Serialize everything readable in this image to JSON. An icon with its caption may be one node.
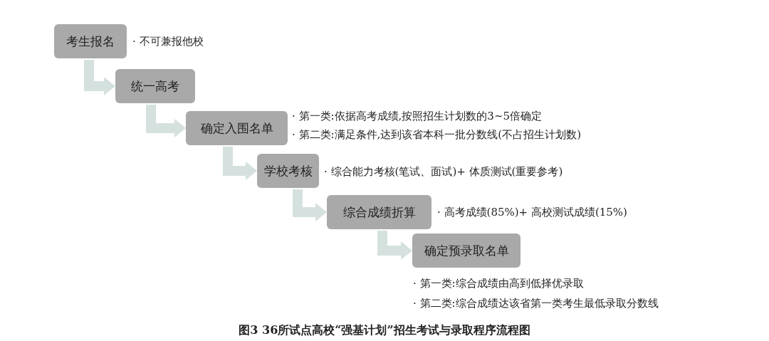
{
  "diagram": {
    "caption": "图3 36所试点高校“强基计划”招生考试与录取程序流程图",
    "nodes": [
      {
        "text": [
          "考生报名"
        ],
        "beside": [
          "· 不可兼报他校"
        ]
      },
      {
        "text": [
          "统一高考"
        ]
      },
      {
        "text": [
          "确定入围名单"
        ],
        "beside": [
          "· 第一类:依据高考成绩,按照招生计划数的3~5倍确定",
          "· 第二类:满足条件,达到该省本科一批分数线(不占招生计划数)"
        ]
      },
      {
        "text": [
          "学校考核"
        ],
        "beside": [
          "· 综合能力考核(笔试、面试)+ 体质测试(重要参考)"
        ]
      },
      {
        "text": [
          "综合成绩折算"
        ],
        "beside": [
          "· 高考成绩(85%)+ 高校测试成绩(15%)"
        ]
      },
      {
        "text": [
          "确定预录取名单"
        ],
        "beside": [
          "· 第一类:综合成绩由高到低择优录取",
          "· 第二类:综合成绩达该省第一类考生最低录取分数线"
        ]
      }
    ],
    "edges": [
      {
        "from": 0,
        "to": 1,
        "arrow": "to"
      },
      {
        "from": 1,
        "to": 2,
        "arrow": "to"
      },
      {
        "from": 2,
        "to": 3,
        "arrow": "to"
      },
      {
        "from": 3,
        "to": 4,
        "arrow": "to"
      },
      {
        "from": 4,
        "to": 5,
        "arrow": "to"
      }
    ]
  }
}
